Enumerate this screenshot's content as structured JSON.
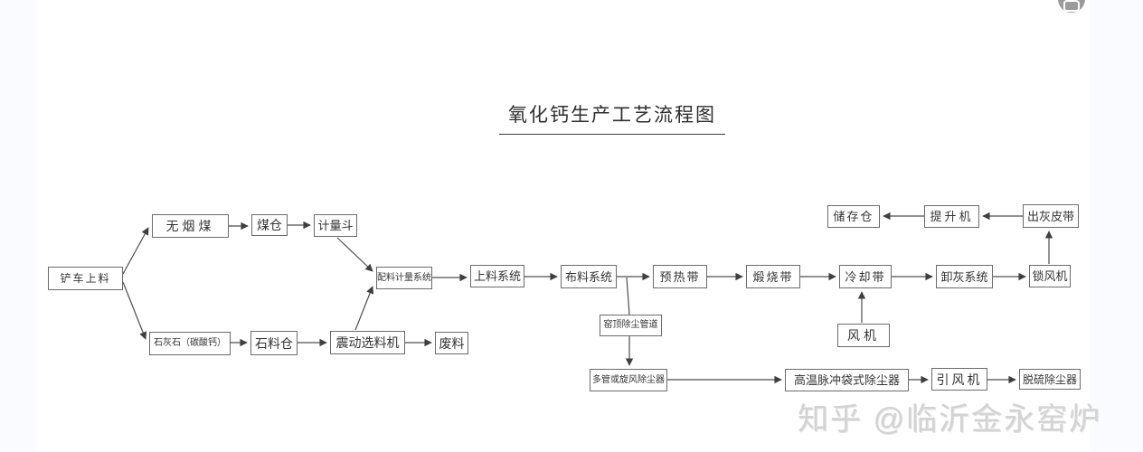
{
  "page": {
    "title": "氧化钙生产工艺流程图",
    "watermark": "知乎 @临沂金永窑炉"
  },
  "colors": {
    "line": "#4d4d4d",
    "arrow": "#3f3f3f",
    "box_border": "#6b6b6b",
    "text": "#333333",
    "title_text": "#2e2e2e",
    "watermark_text": "#d3d3d3",
    "badge_circle": "#9b9b9b",
    "side_band": "#f9fbfe",
    "background": "#ffffff"
  },
  "icons": {
    "badge": "emoji-circle-badge"
  },
  "diagram": {
    "title": "氧化钙生产工艺流程图",
    "nodes": [
      {
        "id": "loader-feed",
        "label": "铲车上料"
      },
      {
        "id": "anthracite",
        "label": "无烟煤"
      },
      {
        "id": "coal-bunker",
        "label": "煤仓"
      },
      {
        "id": "measuring-hopper",
        "label": "计量斗"
      },
      {
        "id": "limestone",
        "label": "石灰石（碳酸钙）"
      },
      {
        "id": "stone-bunker",
        "label": "石料仓"
      },
      {
        "id": "vibrating-selector",
        "label": "震动选料机"
      },
      {
        "id": "waste",
        "label": "废料"
      },
      {
        "id": "batching-metering-system",
        "label": "配料计量系统"
      },
      {
        "id": "feeding-system",
        "label": "上料系统"
      },
      {
        "id": "distribution-system",
        "label": "布料系统"
      },
      {
        "id": "preheating-zone",
        "label": "预热带"
      },
      {
        "id": "calcining-zone",
        "label": "煅烧带"
      },
      {
        "id": "cooling-zone",
        "label": "冷却带"
      },
      {
        "id": "ash-unloading-system",
        "label": "卸灰系统"
      },
      {
        "id": "air-lock-fan",
        "label": "锁风机"
      },
      {
        "id": "storage-bin",
        "label": "储存仓"
      },
      {
        "id": "bucket-elevator",
        "label": "提升机"
      },
      {
        "id": "ash-discharge-belt",
        "label": "出灰皮带"
      },
      {
        "id": "fan",
        "label": "风机"
      },
      {
        "id": "kiln-top-dust-duct",
        "label": "窑顶除尘管道"
      },
      {
        "id": "multitube-cyclone-dust-collector",
        "label": "多管或旋风除尘器"
      },
      {
        "id": "high-temp-pulse-bag-dust-collector",
        "label": "高温脉冲袋式除尘器"
      },
      {
        "id": "induced-draft-fan",
        "label": "引风机"
      },
      {
        "id": "desulfurization-dust-collector",
        "label": "脱硫除尘器"
      }
    ],
    "edges": [
      {
        "from": "loader-feed",
        "to": "anthracite"
      },
      {
        "from": "loader-feed",
        "to": "limestone"
      },
      {
        "from": "anthracite",
        "to": "coal-bunker"
      },
      {
        "from": "coal-bunker",
        "to": "measuring-hopper"
      },
      {
        "from": "measuring-hopper",
        "to": "batching-metering-system"
      },
      {
        "from": "limestone",
        "to": "stone-bunker"
      },
      {
        "from": "stone-bunker",
        "to": "vibrating-selector"
      },
      {
        "from": "vibrating-selector",
        "to": "waste"
      },
      {
        "from": "vibrating-selector",
        "to": "batching-metering-system"
      },
      {
        "from": "batching-metering-system",
        "to": "feeding-system"
      },
      {
        "from": "feeding-system",
        "to": "distribution-system"
      },
      {
        "from": "distribution-system",
        "to": "preheating-zone"
      },
      {
        "from": "preheating-zone",
        "to": "calcining-zone"
      },
      {
        "from": "calcining-zone",
        "to": "cooling-zone"
      },
      {
        "from": "cooling-zone",
        "to": "ash-unloading-system"
      },
      {
        "from": "ash-unloading-system",
        "to": "air-lock-fan"
      },
      {
        "from": "air-lock-fan",
        "to": "ash-discharge-belt"
      },
      {
        "from": "ash-discharge-belt",
        "to": "bucket-elevator"
      },
      {
        "from": "bucket-elevator",
        "to": "storage-bin"
      },
      {
        "from": "fan",
        "to": "cooling-zone"
      },
      {
        "from": "distribution-system",
        "to": "kiln-top-dust-duct"
      },
      {
        "from": "kiln-top-dust-duct",
        "to": "multitube-cyclone-dust-collector"
      },
      {
        "from": "multitube-cyclone-dust-collector",
        "to": "high-temp-pulse-bag-dust-collector"
      },
      {
        "from": "high-temp-pulse-bag-dust-collector",
        "to": "induced-draft-fan"
      },
      {
        "from": "induced-draft-fan",
        "to": "desulfurization-dust-collector"
      }
    ]
  }
}
